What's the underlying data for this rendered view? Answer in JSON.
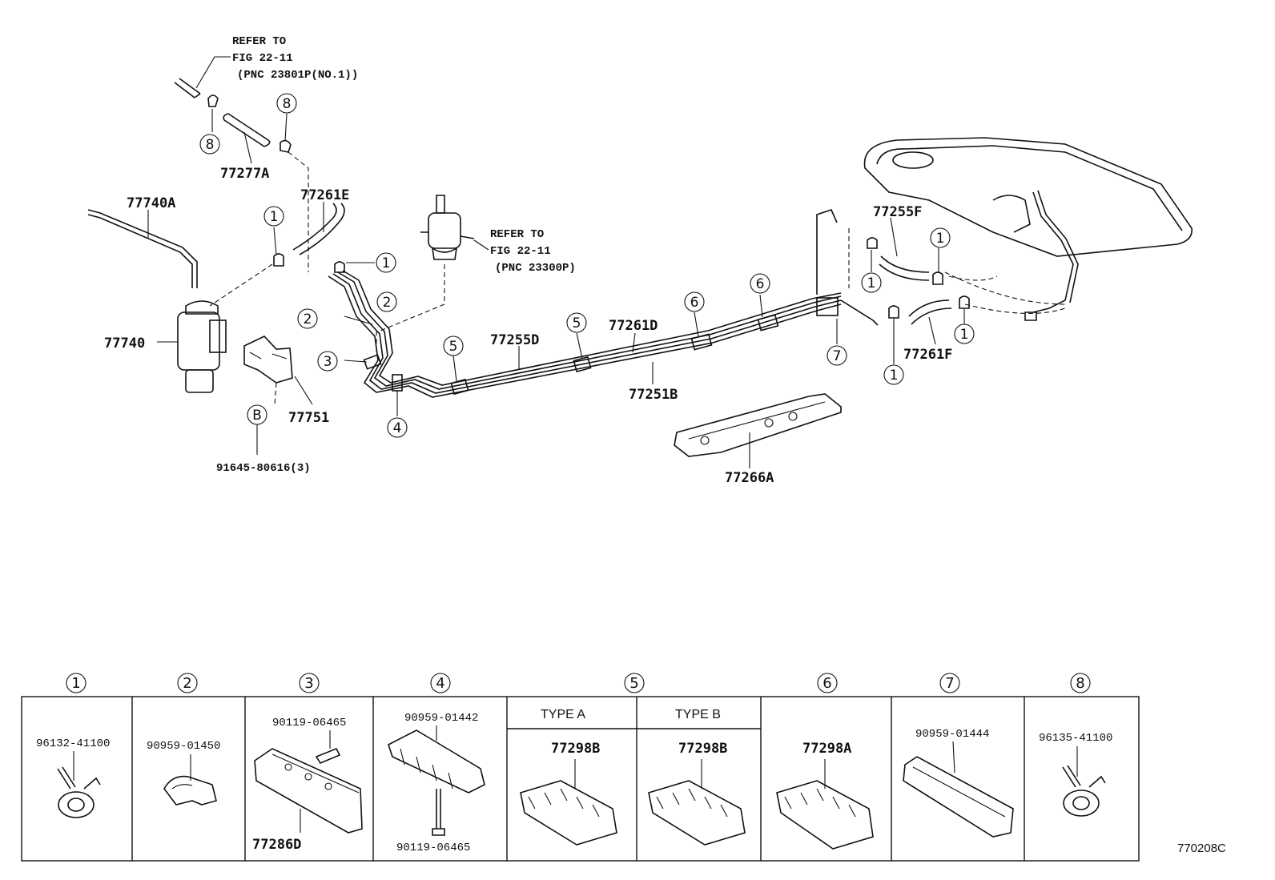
{
  "refer_top": {
    "line1": "REFER TO",
    "line2": "FIG 22-11",
    "line3": "(PNC 23801P(NO.1))"
  },
  "refer_mid": {
    "line1": "REFER TO",
    "line2": "FIG 22-11",
    "line3": "(PNC 23300P)"
  },
  "part_labels": {
    "p77277A": "77277A",
    "p77740A": "77740A",
    "p77261E": "77261E",
    "p77740": "77740",
    "p77751": "77751",
    "p91645": "91645-80616(3)",
    "p77255D": "77255D",
    "p77261D": "77261D",
    "p77251B": "77251B",
    "p77266A": "77266A",
    "p77255F": "77255F",
    "p77261F": "77261F"
  },
  "callouts": {
    "c1": "1",
    "c2": "2",
    "c3": "3",
    "c4": "4",
    "c5": "5",
    "c6": "6",
    "c7": "7",
    "c8": "8",
    "cB": "B"
  },
  "table": {
    "columns": [
      {
        "num": "1",
        "parts": [
          "96132-41100"
        ]
      },
      {
        "num": "2",
        "parts": [
          "90959-01450"
        ]
      },
      {
        "num": "3",
        "parts": [
          "90119-06465",
          "77286D"
        ]
      },
      {
        "num": "4",
        "parts": [
          "90959-01442",
          "90119-06465"
        ]
      },
      {
        "num": "5",
        "types": [
          {
            "type": "TYPE A",
            "part": "77298B"
          },
          {
            "type": "TYPE B",
            "part": "77298B"
          }
        ]
      },
      {
        "num": "6",
        "parts": [
          "77298A"
        ]
      },
      {
        "num": "7",
        "parts": [
          "90959-01444"
        ]
      },
      {
        "num": "8",
        "parts": [
          "96135-41100"
        ]
      }
    ]
  },
  "diagram_ref": "770208C"
}
